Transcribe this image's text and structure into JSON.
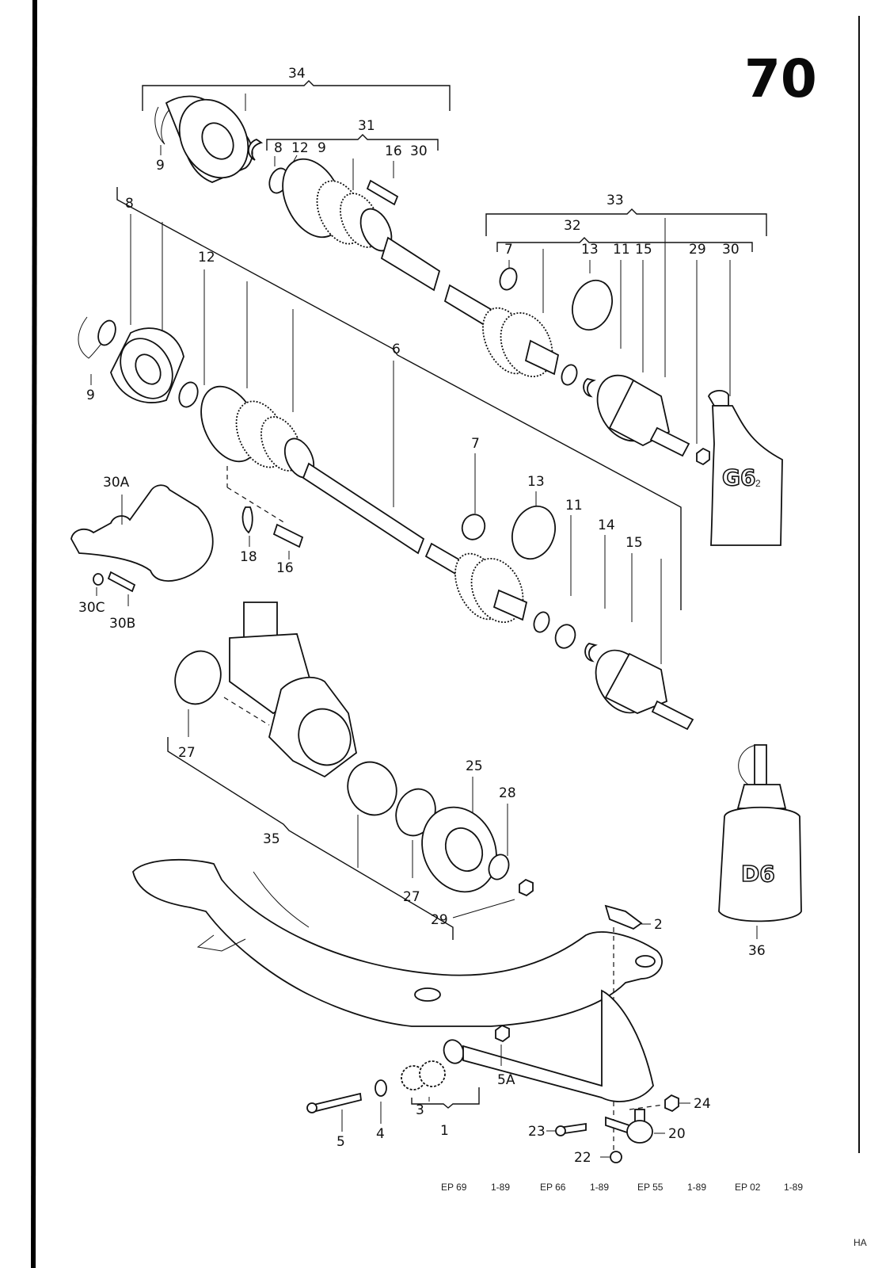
{
  "page_number": "70",
  "corner_mark": "HA",
  "group_labels": {
    "g34": "34",
    "g31": "31",
    "g33": "33",
    "g32": "32",
    "g6": "6",
    "g35": "35",
    "g1": "1"
  },
  "callouts": {
    "top_left_9": "9",
    "top_8": "8",
    "top_12": "12",
    "top_9": "9",
    "top_16": "16",
    "top_30": "30",
    "right_7": "7",
    "right_13": "13",
    "right_11": "11",
    "right_15": "15",
    "right_29": "29",
    "right_30": "30",
    "mid_8": "8",
    "mid_9": "9",
    "mid_12": "12",
    "mid_7": "7",
    "mid_13": "13",
    "mid_11": "11",
    "mid_14": "14",
    "mid_15": "15",
    "guard_30a": "30A",
    "guard_30c": "30C",
    "guard_30b": "30B",
    "clamp_18": "18",
    "bolt_16": "16",
    "circlip_27a": "27",
    "hub_25": "25",
    "washer_28": "28",
    "circlip_27b": "27",
    "nut_29": "29",
    "plate_2": "2",
    "bottle_36": "36",
    "bolt_5": "5",
    "washer_4": "4",
    "bush_3": "3",
    "nut_5a": "5A",
    "nut_24": "24",
    "bolt_23": "23",
    "balljoint_20": "20",
    "nut_22": "22"
  },
  "product_marks": {
    "grease_tube": "G6",
    "grease_tube_sub": "2",
    "oil_bottle": "D6"
  },
  "footer": [
    {
      "code": "EP 69",
      "date": "1-89"
    },
    {
      "code": "EP 66",
      "date": "1-89"
    },
    {
      "code": "EP 55",
      "date": "1-89"
    },
    {
      "code": "EP 02",
      "date": "1-89"
    }
  ]
}
